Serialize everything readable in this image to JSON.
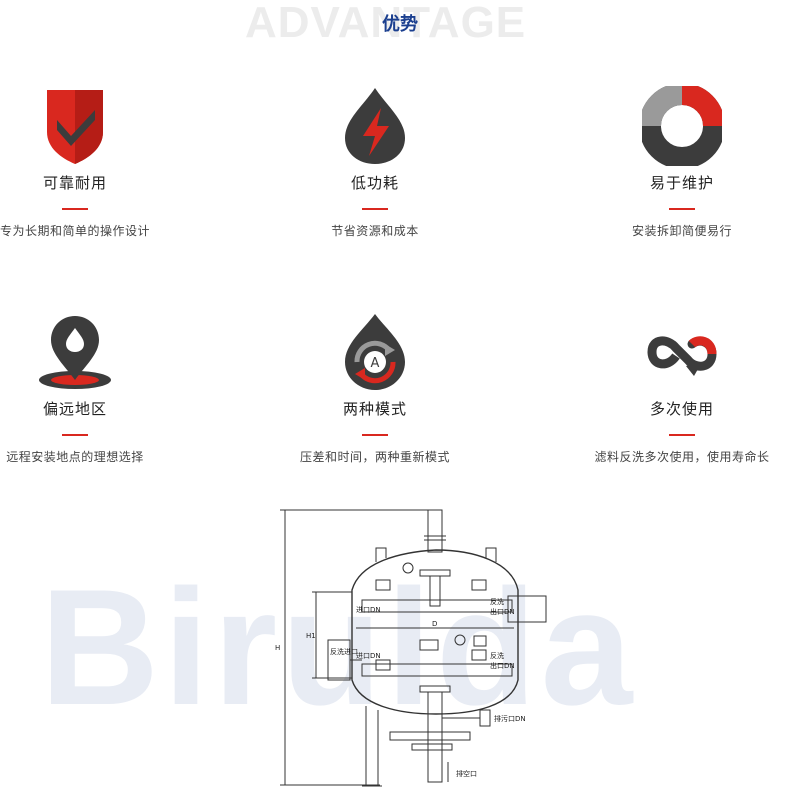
{
  "header": {
    "background_word": "ADVANTAGE",
    "title": "优势",
    "title_color": "#1b3f8f"
  },
  "accent_color": "#d9281f",
  "icon_dark_color": "#3c3c3c",
  "features": [
    {
      "icon": "shield-check-icon",
      "name": "可靠耐用",
      "desc": "专为长期和简单的操作设计"
    },
    {
      "icon": "lightning-drop-icon",
      "name": "低功耗",
      "desc": "节省资源和成本"
    },
    {
      "icon": "puzzle-ring-icon",
      "name": "易于维护",
      "desc": "安装拆卸简便易行"
    },
    {
      "icon": "location-pin-icon",
      "name": "偏远地区",
      "desc": "远程安装地点的理想选择"
    },
    {
      "icon": "auto-mode-icon",
      "name": "两种模式",
      "desc": "压差和时间，两种重新模式"
    },
    {
      "icon": "infinity-arrow-icon",
      "name": "多次使用",
      "desc": "滤料反洗多次使用，使用寿命长"
    }
  ],
  "diagram": {
    "watermark": "Birulda",
    "labels": {
      "inlet_top": "进口DN",
      "backwash_top_1": "反洗",
      "backwash_top_2": "出口DN",
      "diameter": "D",
      "height": "H",
      "height1": "H1",
      "backwash_inlet_side": "反洗进口",
      "inlet_bottom": "进口DN",
      "backwash_bottom_1": "反洗",
      "backwash_bottom_2": "出口DN",
      "drain": "排污口DN",
      "vent": "排空口",
      "icon_a": "A"
    }
  }
}
